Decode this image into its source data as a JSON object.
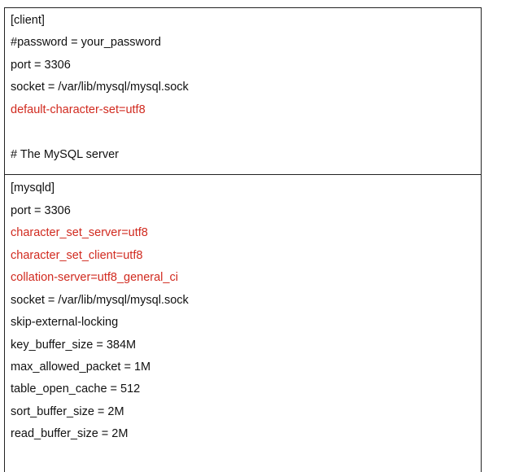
{
  "client_section": {
    "lines": [
      {
        "text": "[client]",
        "highlight": false
      },
      {
        "text": "#password = your_password",
        "highlight": false
      },
      {
        "text": "port = 3306",
        "highlight": false
      },
      {
        "text": "socket = /var/lib/mysql/mysql.sock",
        "highlight": false
      },
      {
        "text": "default-character-set=utf8",
        "highlight": true
      },
      {
        "text": "",
        "highlight": false
      },
      {
        "text": "# The MySQL server",
        "highlight": false
      }
    ]
  },
  "mysqld_section": {
    "lines": [
      {
        "text": "[mysqld]",
        "highlight": false
      },
      {
        "text": "port = 3306",
        "highlight": false
      },
      {
        "text": "character_set_server=utf8",
        "highlight": true
      },
      {
        "text": "character_set_client=utf8",
        "highlight": true
      },
      {
        "text": "collation-server=utf8_general_ci",
        "highlight": true
      },
      {
        "text": "socket = /var/lib/mysql/mysql.sock",
        "highlight": false
      },
      {
        "text": "skip-external-locking",
        "highlight": false
      },
      {
        "text": "key_buffer_size = 384M",
        "highlight": false
      },
      {
        "text": "max_allowed_packet = 1M",
        "highlight": false
      },
      {
        "text": "table_open_cache = 512",
        "highlight": false
      },
      {
        "text": "sort_buffer_size = 2M",
        "highlight": false
      },
      {
        "text": "read_buffer_size = 2M",
        "highlight": false
      }
    ]
  },
  "colors": {
    "text": "#111111",
    "highlight": "#d12a1f",
    "border": "#222222",
    "background": "#ffffff"
  }
}
